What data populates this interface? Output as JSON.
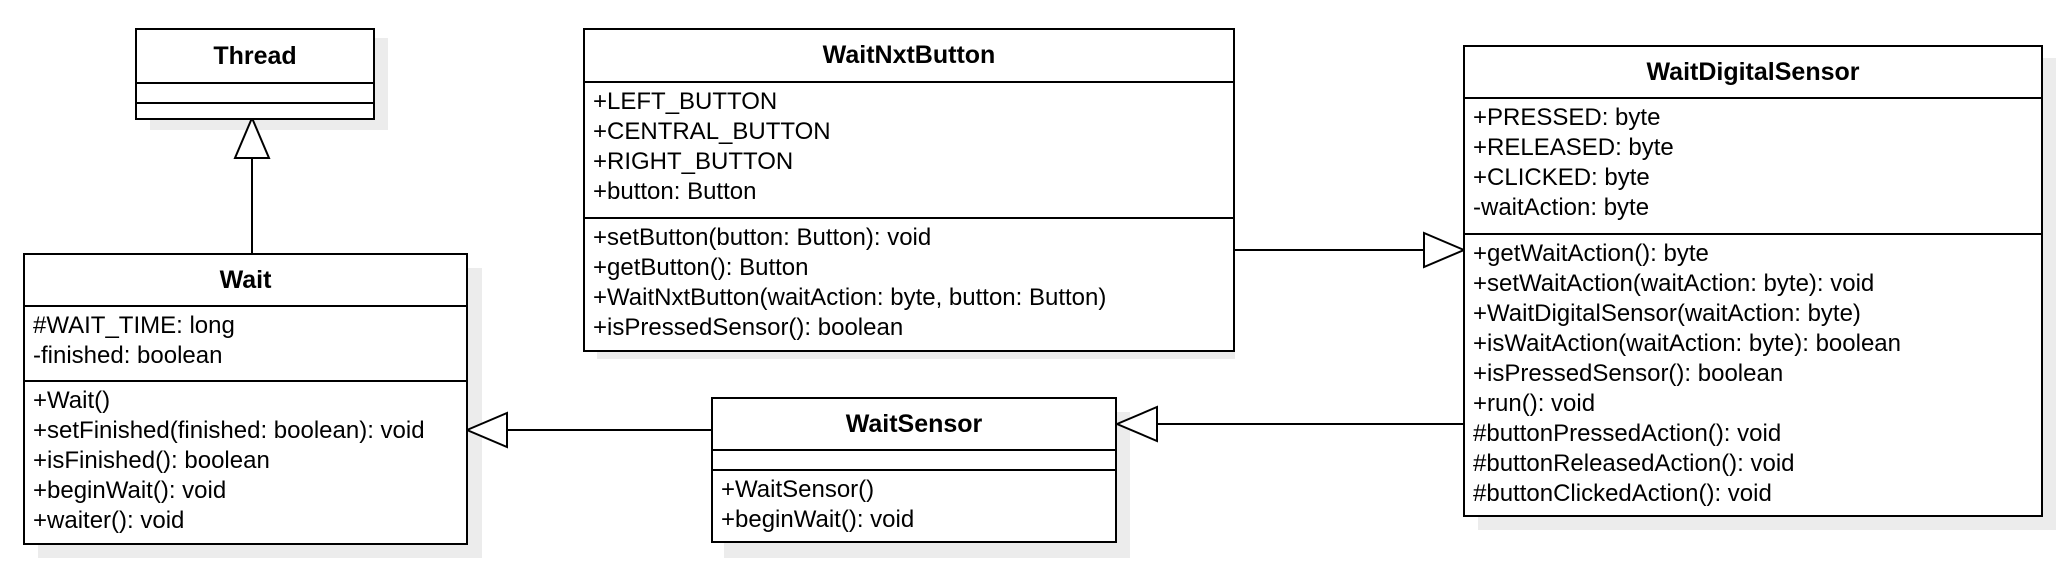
{
  "classes": {
    "thread": {
      "name": "Thread",
      "attributes": [],
      "operations": []
    },
    "wait": {
      "name": "Wait",
      "attributes": [
        "#WAIT_TIME: long",
        "-finished: boolean"
      ],
      "operations": [
        "+Wait()",
        "+setFinished(finished: boolean): void",
        "+isFinished(): boolean",
        "+beginWait(): void",
        "+waiter(): void"
      ]
    },
    "wait_nxt_button": {
      "name": "WaitNxtButton",
      "attributes": [
        "+LEFT_BUTTON",
        "+CENTRAL_BUTTON",
        "+RIGHT_BUTTON",
        "+button: Button"
      ],
      "operations": [
        "+setButton(button: Button): void",
        "+getButton(): Button",
        "+WaitNxtButton(waitAction: byte, button: Button)",
        "+isPressedSensor(): boolean"
      ]
    },
    "wait_sensor": {
      "name": "WaitSensor",
      "attributes": [],
      "operations": [
        "+WaitSensor()",
        "+beginWait(): void"
      ]
    },
    "wait_digital_sensor": {
      "name": "WaitDigitalSensor",
      "attributes": [
        "+PRESSED: byte",
        "+RELEASED: byte",
        "+CLICKED: byte",
        "-waitAction: byte"
      ],
      "operations": [
        "+getWaitAction(): byte",
        "+setWaitAction(waitAction: byte): void",
        "+WaitDigitalSensor(waitAction: byte)",
        "+isWaitAction(waitAction: byte): boolean",
        "+isPressedSensor(): boolean",
        "+run(): void",
        "#buttonPressedAction(): void",
        "#buttonReleasedAction(): void",
        "#buttonClickedAction(): void"
      ]
    }
  },
  "relations": [
    {
      "type": "generalization",
      "from": "Wait",
      "to": "Thread"
    },
    {
      "type": "generalization",
      "from": "WaitSensor",
      "to": "Wait"
    },
    {
      "type": "generalization",
      "from": "WaitDigitalSensor",
      "to": "WaitSensor"
    },
    {
      "type": "generalization",
      "from": "WaitNxtButton",
      "to": "WaitDigitalSensor"
    }
  ]
}
